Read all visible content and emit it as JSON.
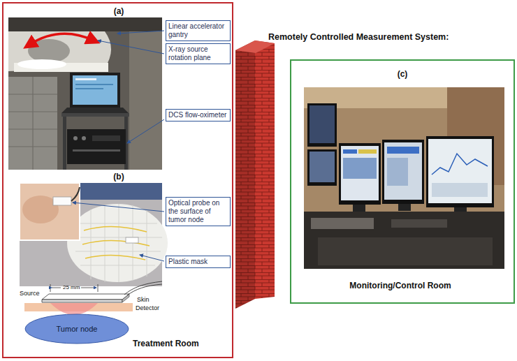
{
  "diagram": {
    "title": "Remotely Controlled Measurement System:",
    "nodes": [
      {
        "text": [
          "Treatment Room"
        ]
      },
      {
        "text": [
          "Linear accelerator gantry"
        ],
        "in": 0
      },
      {
        "text": [
          "X-ray source rotation plane"
        ],
        "in": 0
      },
      {
        "text": [
          "DCS flow-oximeter"
        ],
        "in": 0
      },
      {
        "text": [
          "Optical probe on the surface of tumor node"
        ],
        "in": 0
      },
      {
        "text": [
          "Plastic mask"
        ],
        "in": 0
      },
      {
        "text": [
          "Tumor node"
        ],
        "in": 0
      },
      {
        "text": [
          "Monitoring/Control Room"
        ]
      }
    ],
    "labels": [
      "(a)",
      "(b)",
      "25 mm",
      "Source",
      "Skin",
      "Detector",
      "(c)"
    ]
  }
}
